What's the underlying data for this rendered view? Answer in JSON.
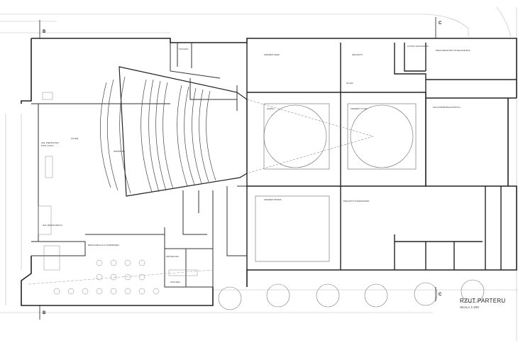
{
  "drawing": {
    "title": "RZUT PARTERU",
    "scale": "SKALA 1:200"
  },
  "section_markers": {
    "b_top": "B",
    "b_bottom": "B",
    "c_top": "C",
    "c_bottom": "C"
  },
  "rooms": {
    "hol_wejsciowy": "HOL WEJŚCIOWY",
    "foyer": "FOYER",
    "hol_restauracji": "HOL RESTAURACJI",
    "restauracja": "RESTAURACJA Z OGRÓDKIEM",
    "kuchnia": "KUCHNIA",
    "zmywalnia": "ZMYWALNIA",
    "scena": "SCENA",
    "kieszen_lewa": "KIESZEŃ LEWA",
    "kieszen_prawa": "KIESZEŃ PRAWA",
    "kieszen_tylna": "KIESZEŃ TYLNA",
    "magazyn_scen": "MAGAZYN SCENOGRAFII",
    "sala_prob": "SALA PRÓB BALETOWYCH",
    "pracownia": "PRACOWNIA PRYTOTECHNICZNA",
    "klatka": "KLATKA SCHODOWA",
    "toaleta": "TOALETA",
    "sluza": "ŚLUZA",
    "widownia": "WIDOWNIA",
    "magazyn": "MAGAZYN",
    "powierzchnia": "POW. 24,5m²"
  }
}
